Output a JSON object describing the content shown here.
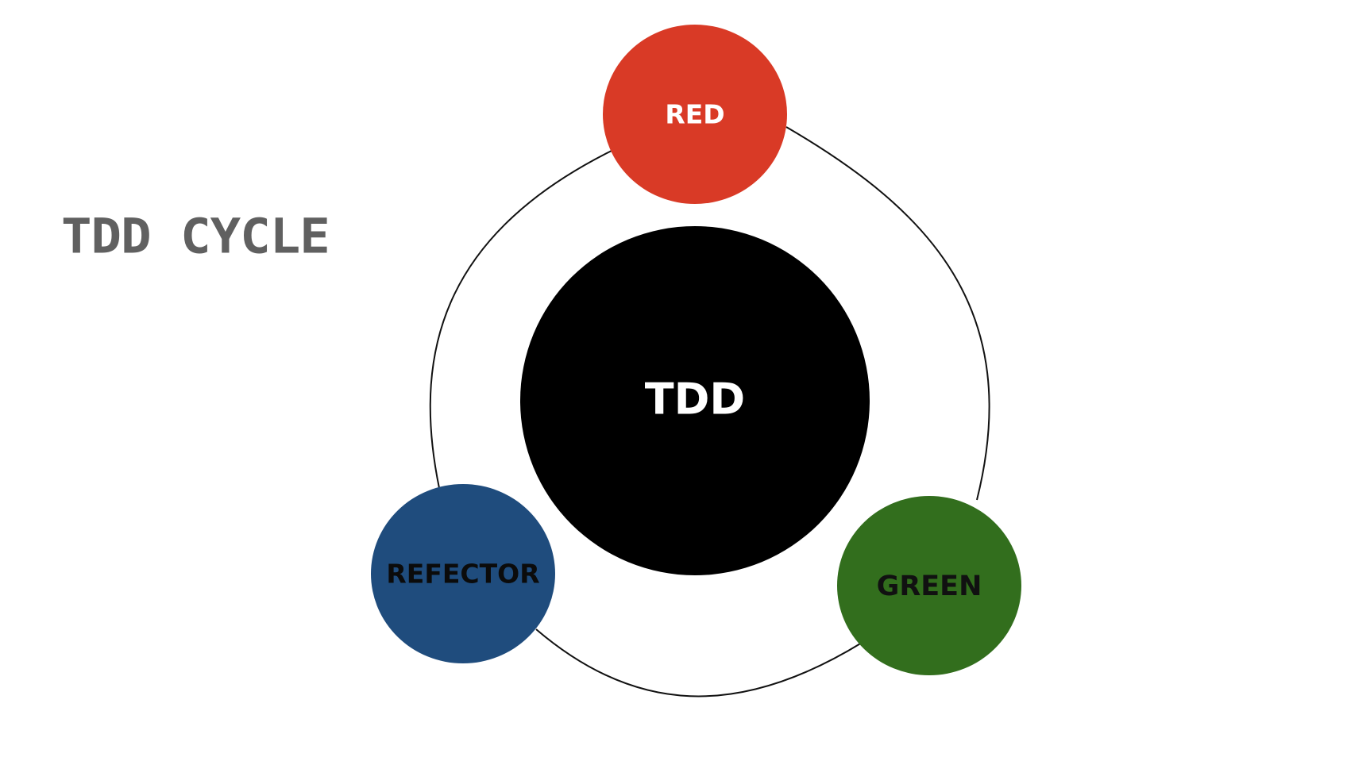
{
  "title": "TDD CYCLE",
  "center": {
    "label": "TDD"
  },
  "nodes": [
    {
      "id": "red",
      "label": "RED"
    },
    {
      "id": "green",
      "label": "GREEN"
    },
    {
      "id": "refactor",
      "label": "REFECTOR"
    }
  ],
  "colors": {
    "title": "#606060",
    "center_fill": "#000000",
    "center_text": "#ffffff",
    "red_fill": "#d93a26",
    "red_text": "#ffffff",
    "green_fill": "#326e1d",
    "green_text": "#111111",
    "refactor_fill": "#1f4c7d",
    "refactor_text": "#0b0b0b",
    "cycle_line": "#111111"
  }
}
